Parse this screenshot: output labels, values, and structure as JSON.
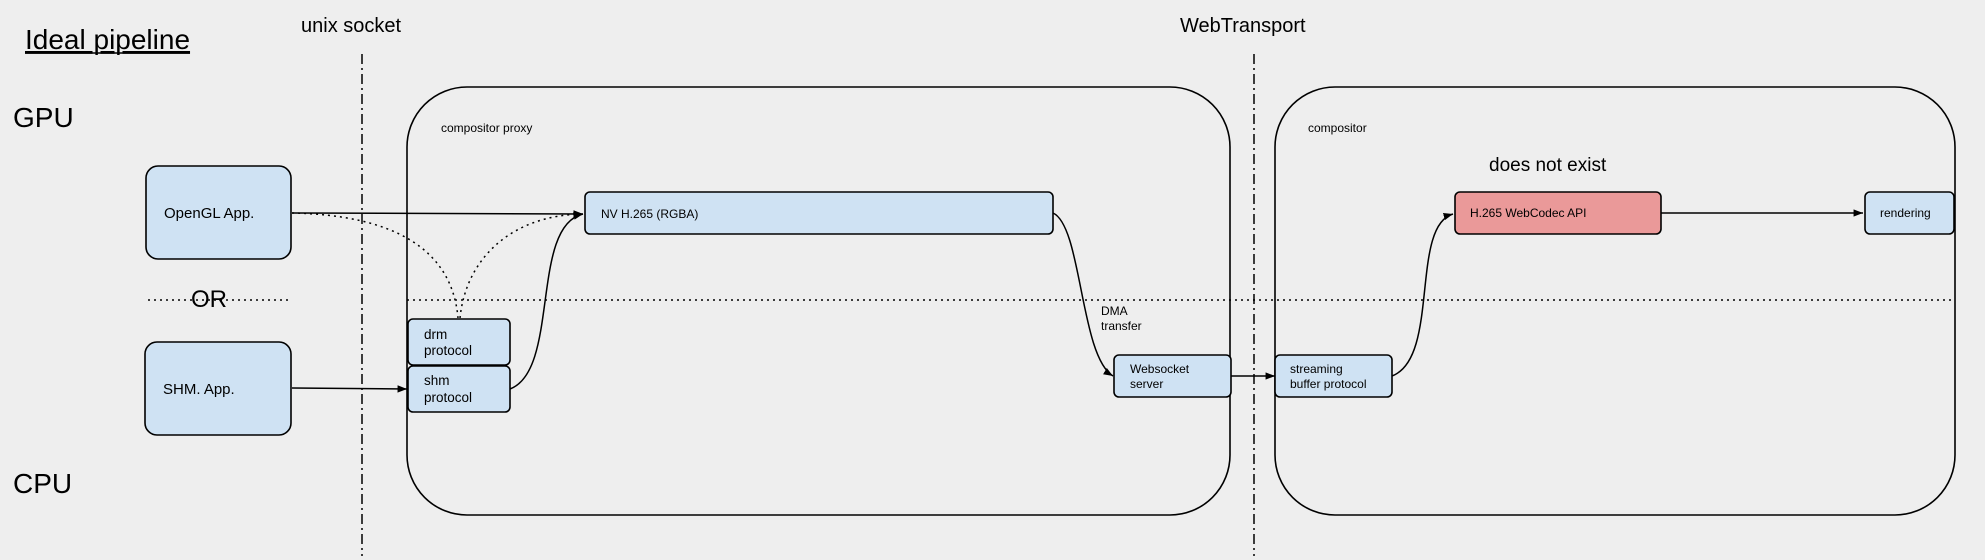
{
  "title": "Ideal pipeline",
  "rows": {
    "gpu": "GPU",
    "cpu": "CPU",
    "or": "OR"
  },
  "boundaries": {
    "unix_socket": "unix socket",
    "webtransport": "WebTransport"
  },
  "groups": {
    "compositor_proxy": "compositor proxy",
    "compositor": "compositor"
  },
  "nodes": {
    "opengl_app": "OpenGL App.",
    "shm_app": "SHM. App.",
    "drm_protocol": [
      "drm",
      "protocol"
    ],
    "shm_protocol": [
      "shm",
      "protocol"
    ],
    "nv_h265": "NV H.265 (RGBA)",
    "websocket_server": [
      "Websocket",
      "server"
    ],
    "streaming_buffer_protocol": [
      "streaming",
      "buffer protocol"
    ],
    "h265_webcodec_api": "H.265 WebCodec API",
    "rendering": "rendering"
  },
  "annotations": {
    "does_not_exist": "does not exist",
    "dma_transfer": [
      "DMA",
      "transfer"
    ]
  },
  "colors": {
    "node_fill": "#cfe2f3",
    "missing_node_fill": "#ea9999",
    "background": "#eeeeee"
  }
}
